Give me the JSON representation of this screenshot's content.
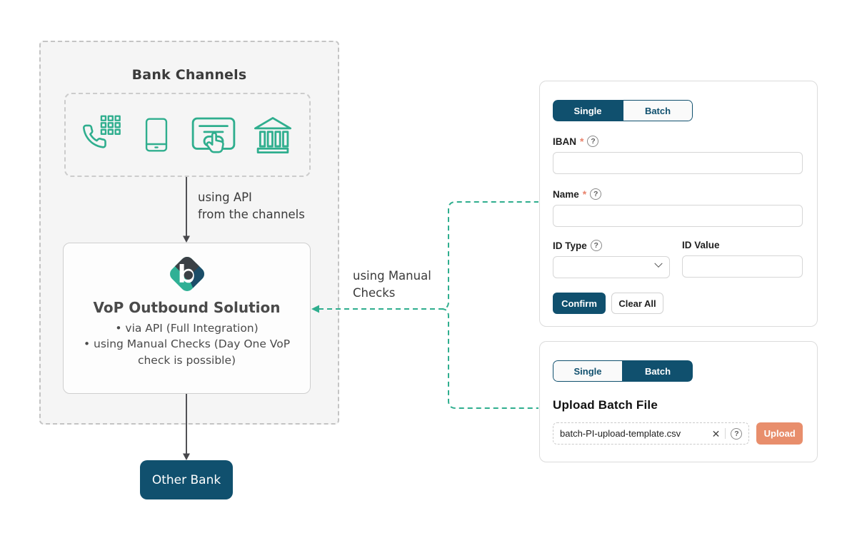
{
  "colors": {
    "navy": "#10506E",
    "green": "#2FAE8E",
    "coral": "#E88E6C",
    "logo_charcoal": "#3A4045",
    "logo_navy": "#1B4D68",
    "logo_green": "#2FB095"
  },
  "diagram": {
    "bank_channels": {
      "title": "Bank Channels",
      "icons": [
        "phone-keypad-icon",
        "smartphone-icon",
        "card-click-icon",
        "bank-building-icon"
      ]
    },
    "api_arrow_label": {
      "line1": "using API",
      "line2": "from the channels"
    },
    "vop_box": {
      "logo_glyph": "b",
      "title": "VoP Outbound Solution",
      "bullets": [
        "via API (Full Integration)",
        "using Manual Checks (Day One VoP check is possible)"
      ]
    },
    "manual_checks_label": {
      "line1": "using Manual",
      "line2": "Checks"
    },
    "other_bank": {
      "label": "Other Bank"
    }
  },
  "single_panel": {
    "tabs": [
      {
        "label": "Single",
        "active": true
      },
      {
        "label": "Batch",
        "active": false
      }
    ],
    "iban": {
      "label": "IBAN",
      "required_marker": "*",
      "help_glyph": "?",
      "value": ""
    },
    "name": {
      "label": "Name",
      "required_marker": "*",
      "help_glyph": "?",
      "value": ""
    },
    "id_type": {
      "label": "ID Type",
      "help_glyph": "?",
      "value": ""
    },
    "id_value": {
      "label": "ID Value",
      "value": ""
    },
    "confirm_label": "Confirm",
    "clear_all_label": "Clear All"
  },
  "batch_panel": {
    "tabs": [
      {
        "label": "Single",
        "active": false
      },
      {
        "label": "Batch",
        "active": true
      }
    ],
    "heading": "Upload Batch File",
    "file": {
      "name": "batch-PI-upload-template.csv",
      "clear_glyph": "✕",
      "help_glyph": "?"
    },
    "upload_label": "Upload"
  }
}
